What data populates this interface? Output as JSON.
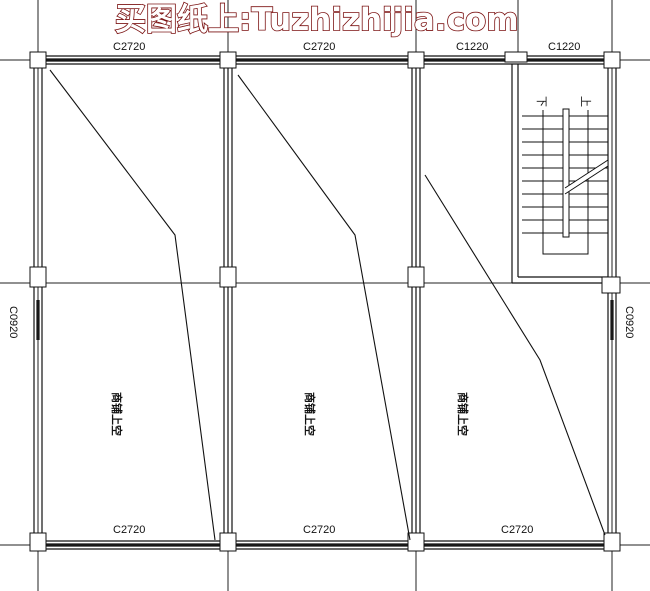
{
  "watermark": "买图纸上:Tuzhizhijia.com",
  "windows": {
    "top": [
      "C2720",
      "C2720",
      "C1220",
      "C1220"
    ],
    "left": "C0920",
    "right": "C0920",
    "bottom": [
      "C2720",
      "C2720",
      "C2720"
    ]
  },
  "rooms": [
    "商铺上空",
    "商铺上空",
    "商铺上空"
  ],
  "stair": {
    "down_label": "下",
    "up_label": "上"
  },
  "colors": {
    "line": "#111111",
    "watermark": "#7a1010"
  }
}
